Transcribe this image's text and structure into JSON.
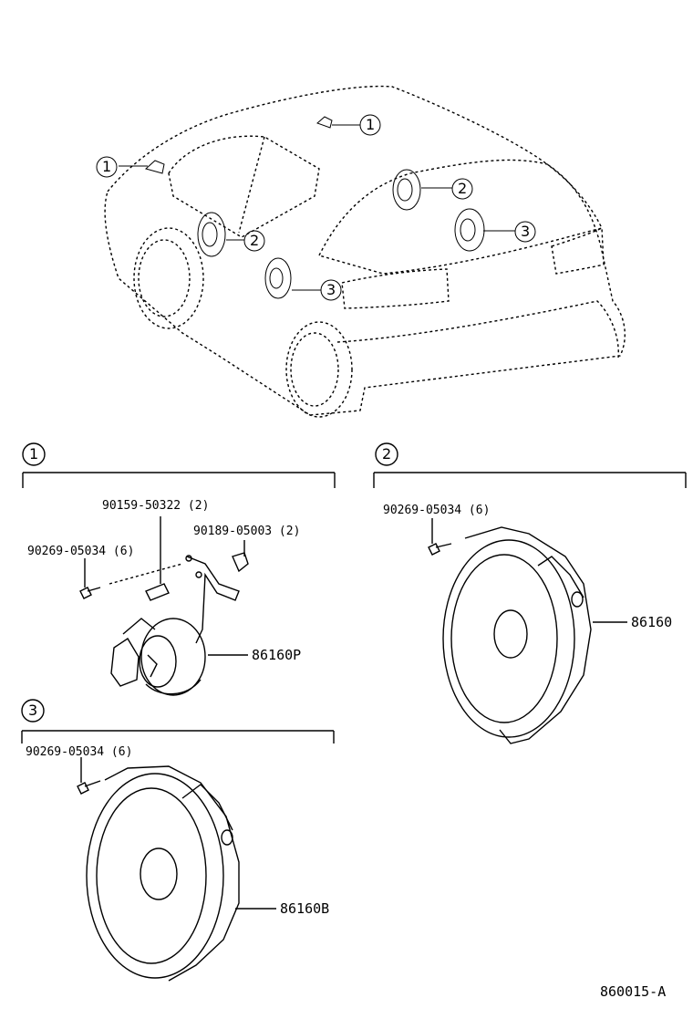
{
  "callouts": [
    "1",
    "2",
    "3"
  ],
  "section1": {
    "index": "1",
    "parts": {
      "screw": "90159-50322 (2)",
      "nut": "90189-05003 (2)",
      "bolt": "90269-05034 (6)",
      "tweeter": "86160P"
    }
  },
  "section2": {
    "index": "2",
    "parts": {
      "bolt": "90269-05034 (6)",
      "speaker": "86160"
    }
  },
  "section3": {
    "index": "3",
    "parts": {
      "bolt": "90269-05034 (6)",
      "speaker": "86160B"
    }
  },
  "footer": {
    "figure_code": "860015-A"
  }
}
